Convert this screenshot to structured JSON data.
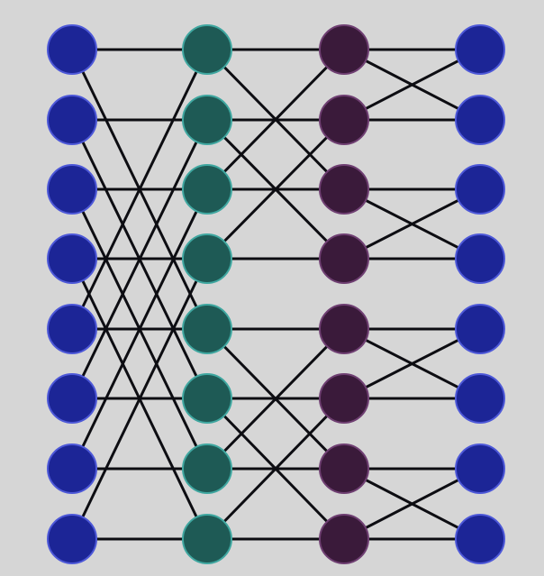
{
  "diagram": {
    "type": "butterfly-network",
    "stages": [
      {
        "name": "stage-0",
        "color": "#1c2596",
        "glow": "#4d58d8",
        "nodes": 8
      },
      {
        "name": "stage-1",
        "color": "#1e5a55",
        "glow": "#3fa7a0",
        "nodes": 8
      },
      {
        "name": "stage-2",
        "color": "#3a1a3a",
        "glow": "#6f3f72",
        "nodes": 8
      },
      {
        "name": "stage-3",
        "color": "#1c2596",
        "glow": "#4d58d8",
        "nodes": 8
      }
    ],
    "connections": [
      {
        "from_stage": 0,
        "to_stage": 1,
        "pairs": [
          [
            0,
            0
          ],
          [
            0,
            4
          ],
          [
            1,
            1
          ],
          [
            1,
            5
          ],
          [
            2,
            2
          ],
          [
            2,
            6
          ],
          [
            3,
            3
          ],
          [
            3,
            7
          ],
          [
            4,
            4
          ],
          [
            4,
            0
          ],
          [
            5,
            5
          ],
          [
            5,
            1
          ],
          [
            6,
            6
          ],
          [
            6,
            2
          ],
          [
            7,
            7
          ],
          [
            7,
            3
          ]
        ]
      },
      {
        "from_stage": 1,
        "to_stage": 2,
        "pairs": [
          [
            0,
            0
          ],
          [
            0,
            2
          ],
          [
            1,
            1
          ],
          [
            1,
            3
          ],
          [
            2,
            2
          ],
          [
            2,
            0
          ],
          [
            3,
            3
          ],
          [
            3,
            1
          ],
          [
            4,
            4
          ],
          [
            4,
            6
          ],
          [
            5,
            5
          ],
          [
            5,
            7
          ],
          [
            6,
            6
          ],
          [
            6,
            4
          ],
          [
            7,
            7
          ],
          [
            7,
            5
          ]
        ]
      },
      {
        "from_stage": 2,
        "to_stage": 3,
        "pairs": [
          [
            0,
            0
          ],
          [
            0,
            1
          ],
          [
            1,
            1
          ],
          [
            1,
            0
          ],
          [
            2,
            2
          ],
          [
            2,
            3
          ],
          [
            3,
            3
          ],
          [
            3,
            2
          ],
          [
            4,
            4
          ],
          [
            4,
            5
          ],
          [
            5,
            5
          ],
          [
            5,
            4
          ],
          [
            6,
            6
          ],
          [
            6,
            7
          ],
          [
            7,
            7
          ],
          [
            7,
            6
          ]
        ]
      }
    ],
    "line_color": "#0d0d12",
    "background": "#d6d6d6"
  }
}
